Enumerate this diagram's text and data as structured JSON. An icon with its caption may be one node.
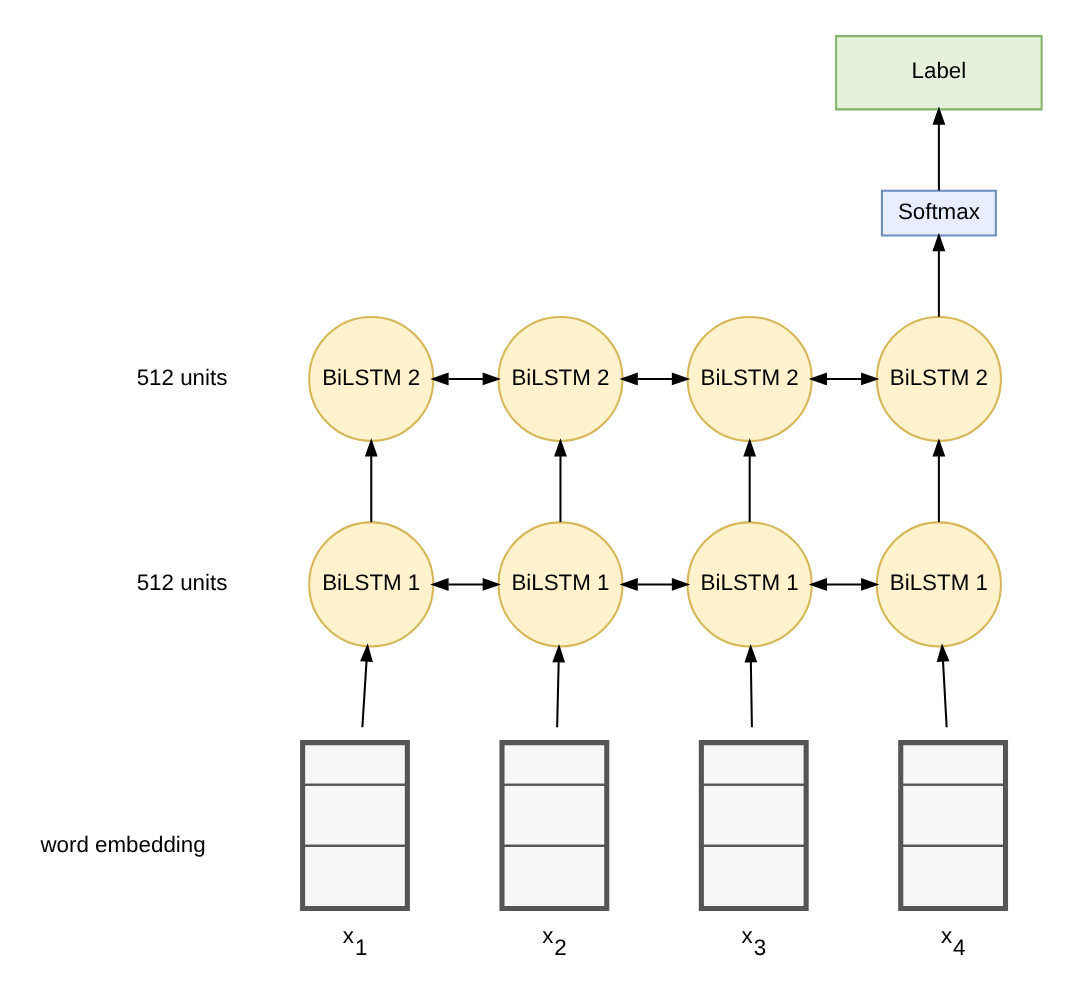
{
  "diagram": {
    "nodes": [
      {
        "text": [
          "Label"
        ]
      },
      {
        "text": [
          "Softmax"
        ]
      },
      {
        "text": [
          "BiLSTM 2"
        ]
      },
      {
        "text": [
          "BiLSTM 2"
        ]
      },
      {
        "text": [
          "BiLSTM 2"
        ]
      },
      {
        "text": [
          "BiLSTM 2"
        ]
      },
      {
        "text": [
          "BiLSTM 1"
        ]
      },
      {
        "text": [
          "BiLSTM 1"
        ]
      },
      {
        "text": [
          "BiLSTM 1"
        ]
      },
      {
        "text": [
          "BiLSTM 1"
        ]
      },
      {
        "text": [],
        "shape": "box",
        "beside": [
          "x$_{1}$"
        ]
      },
      {
        "text": [],
        "shape": "box",
        "beside": [
          "x$_{2}$"
        ]
      },
      {
        "text": [],
        "shape": "box",
        "beside": [
          "x$_{3}$"
        ]
      },
      {
        "text": [],
        "shape": "box",
        "beside": [
          "x$_{4}$"
        ]
      }
    ],
    "edges": [
      {
        "from": 10,
        "to": 6,
        "arrow": "to"
      },
      {
        "from": 11,
        "to": 7,
        "arrow": "to"
      },
      {
        "from": 12,
        "to": 8,
        "arrow": "to"
      },
      {
        "from": 13,
        "to": 9,
        "arrow": "to"
      },
      {
        "from": 6,
        "to": 7,
        "arrow": "both"
      },
      {
        "from": 7,
        "to": 8,
        "arrow": "both"
      },
      {
        "from": 8,
        "to": 9,
        "arrow": "both"
      },
      {
        "from": 6,
        "to": 2,
        "arrow": "to"
      },
      {
        "from": 7,
        "to": 3,
        "arrow": "to"
      },
      {
        "from": 8,
        "to": 4,
        "arrow": "to"
      },
      {
        "from": 9,
        "to": 5,
        "arrow": "to"
      },
      {
        "from": 2,
        "to": 3,
        "arrow": "both"
      },
      {
        "from": 3,
        "to": 4,
        "arrow": "both"
      },
      {
        "from": 4,
        "to": 5,
        "arrow": "both"
      },
      {
        "from": 5,
        "to": 1,
        "arrow": "to"
      },
      {
        "from": 1,
        "to": 0,
        "arrow": "to"
      }
    ],
    "labels": [
      "512 units",
      "512 units",
      "word embedding"
    ]
  }
}
